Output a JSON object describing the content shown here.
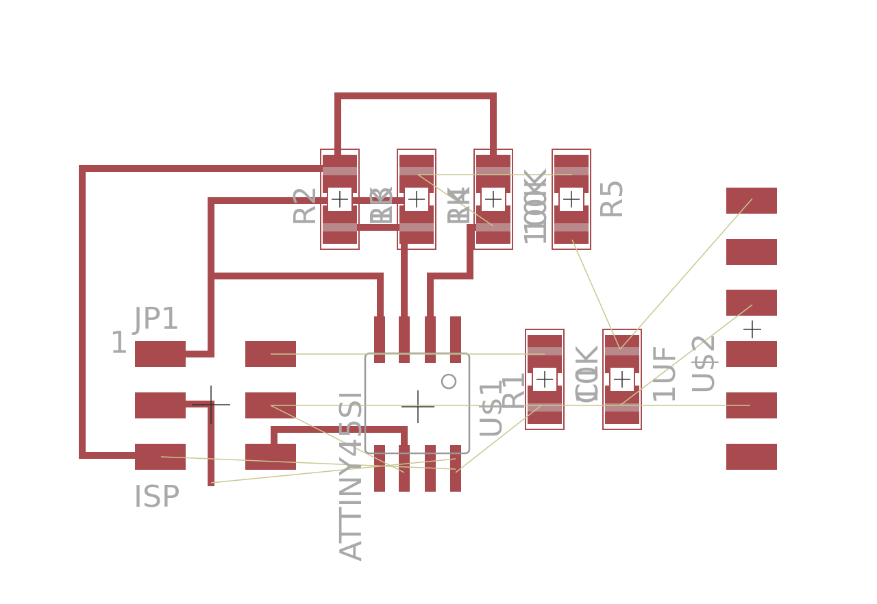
{
  "colors": {
    "copper": "#a84a4e",
    "pad_inner": "#b8888a",
    "silk_text": "#a9a9a9",
    "outline": "#999999",
    "airwire": "#c8c890",
    "mark": "#333333",
    "background": "#ffffff"
  },
  "labels": {
    "jp1": "JP1",
    "pin1": "1",
    "isp": "ISP",
    "attiny": "ATTINY45SI",
    "us1": "U$1",
    "r1": "R1",
    "r2": "R2",
    "r3": "R3",
    "r4": "R4",
    "r5": "R5",
    "v1k_a": "1K",
    "v1k_b": "1K",
    "v10k": "10K",
    "v100k": "100K",
    "c1": "C1",
    "v10k_c": "10K",
    "v1uf": "1UF",
    "us2": "U$2"
  }
}
